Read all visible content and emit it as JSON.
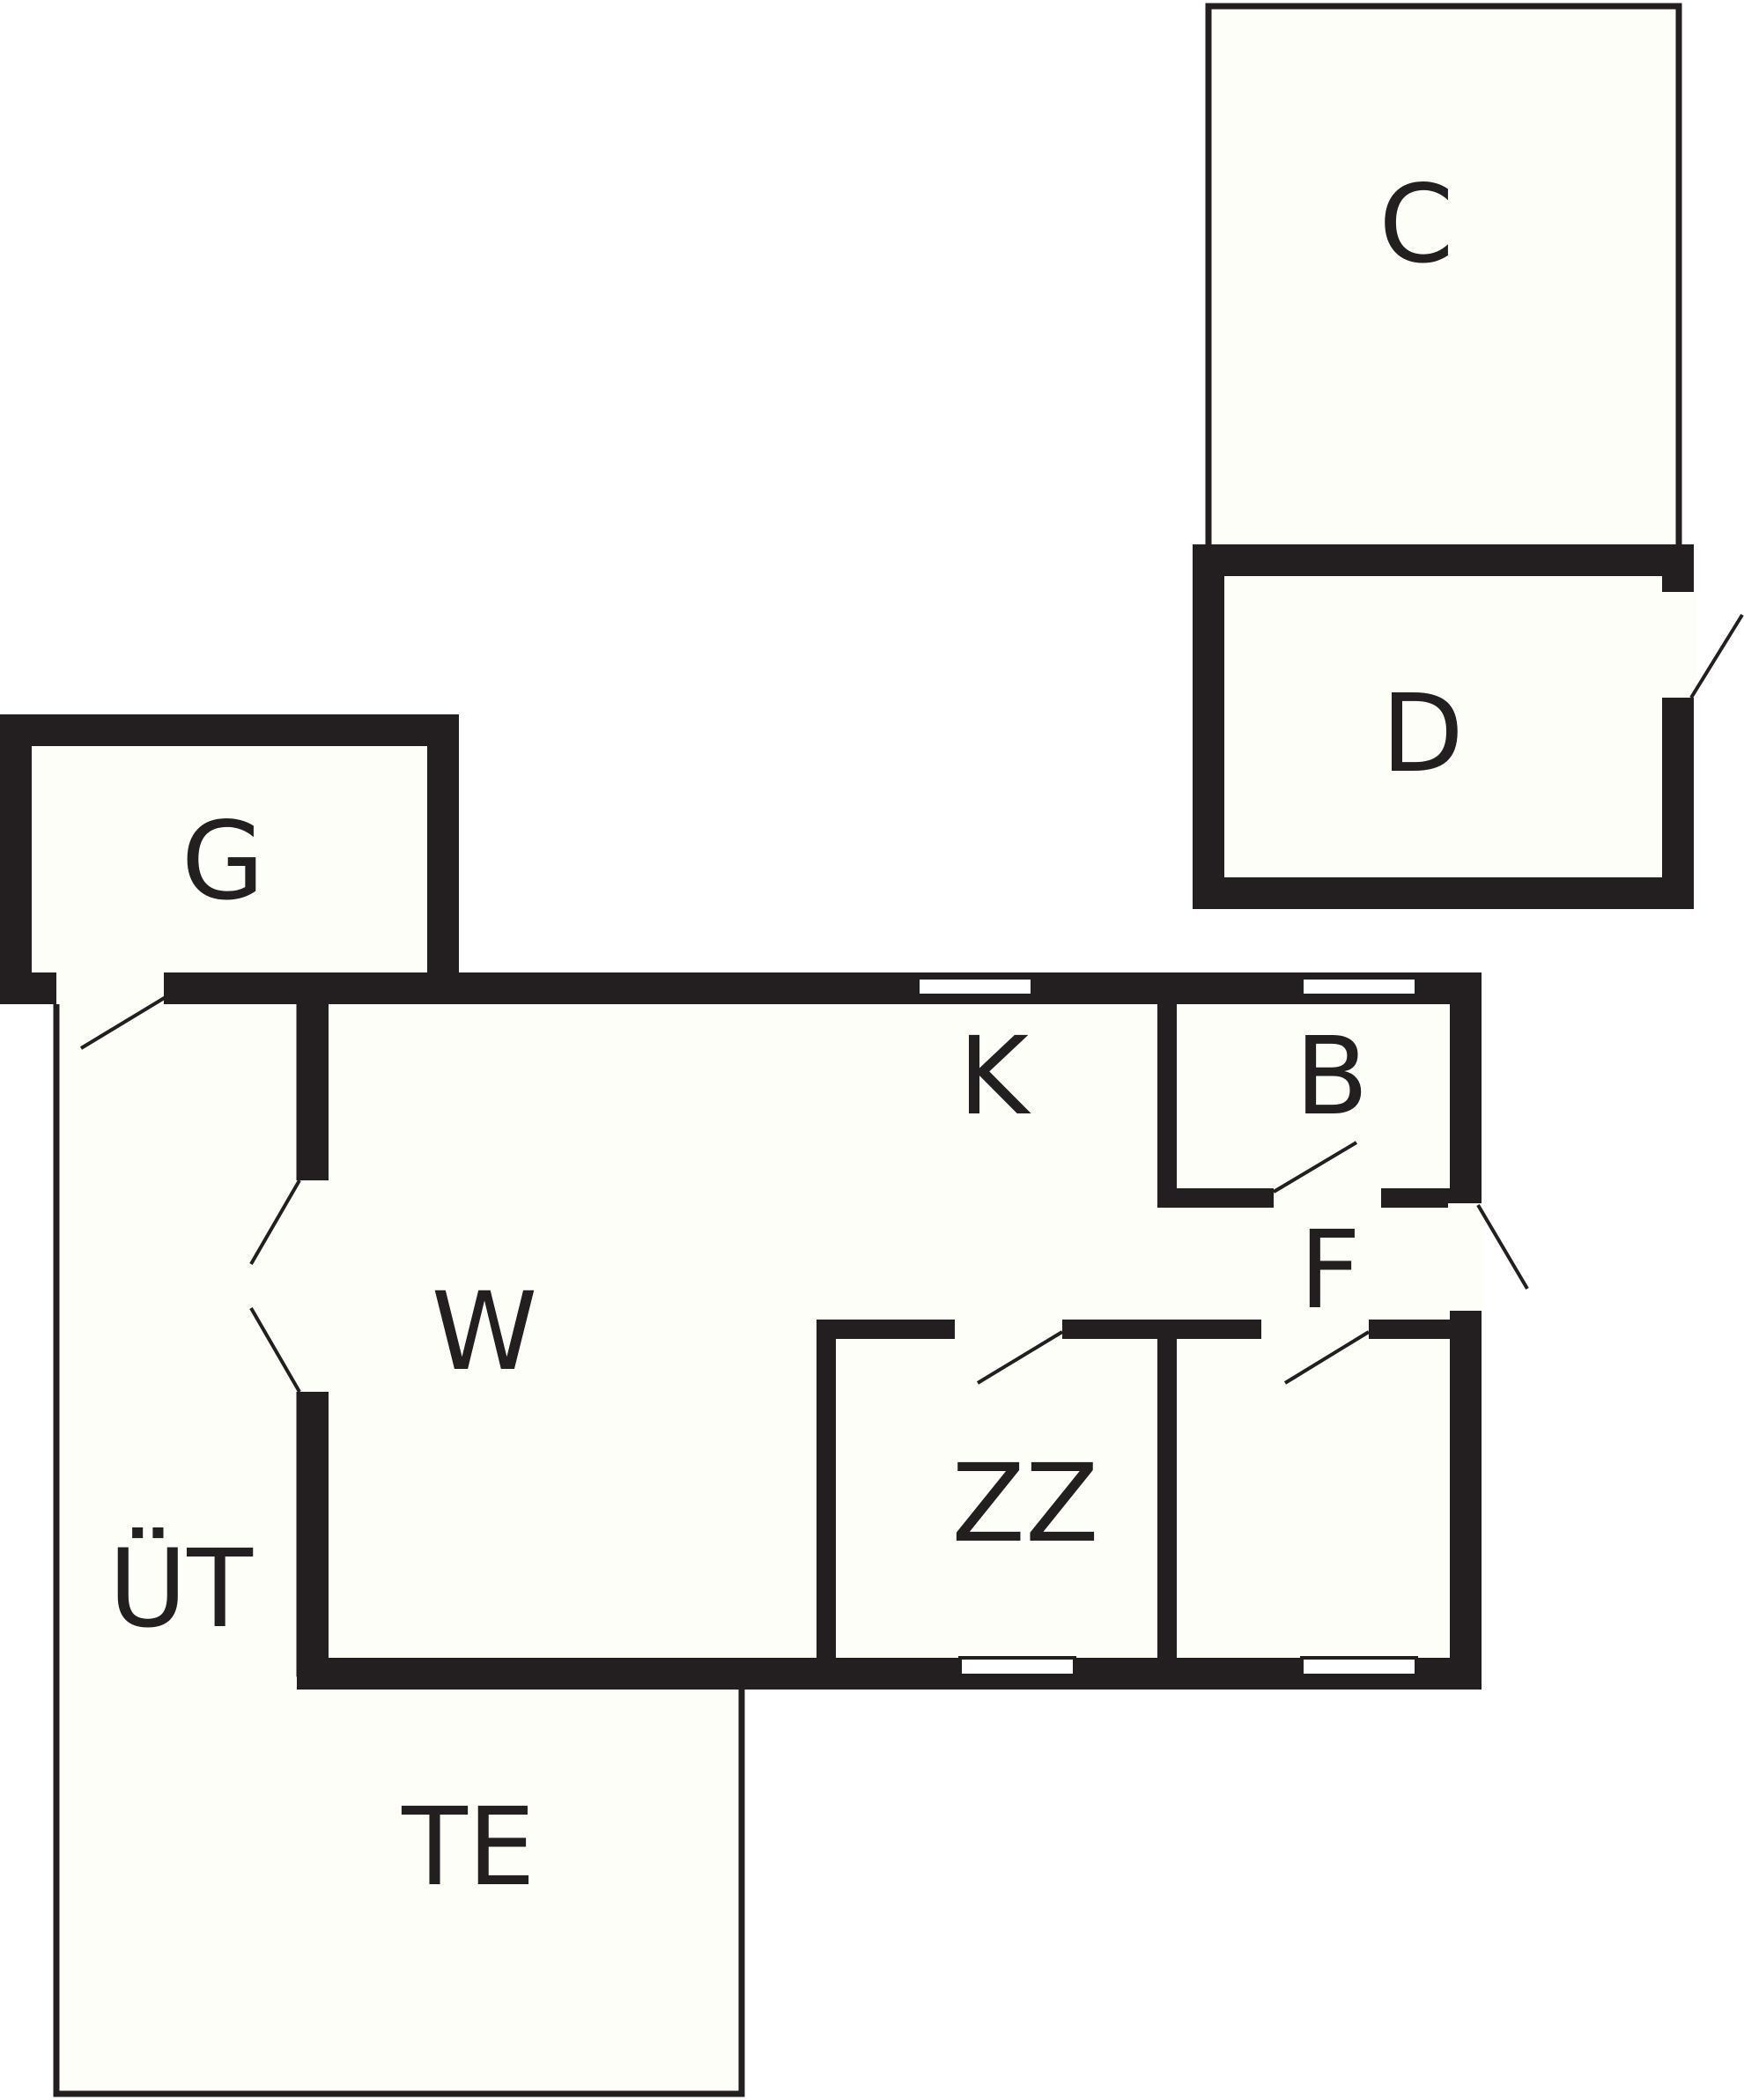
{
  "colors": {
    "wall": "#231f20",
    "floor": "#fefef9",
    "background": "#ffffff",
    "window_fill": "#ffffff"
  },
  "rooms": [
    {
      "id": "C",
      "label": "C"
    },
    {
      "id": "D",
      "label": "D"
    },
    {
      "id": "G",
      "label": "G"
    },
    {
      "id": "K",
      "label": "K"
    },
    {
      "id": "B",
      "label": "B"
    },
    {
      "id": "F",
      "label": "F"
    },
    {
      "id": "W",
      "label": "W"
    },
    {
      "id": "ZZ",
      "label": "ZZ"
    },
    {
      "id": "UT",
      "label": "ÜT"
    },
    {
      "id": "TE",
      "label": "TE"
    }
  ]
}
